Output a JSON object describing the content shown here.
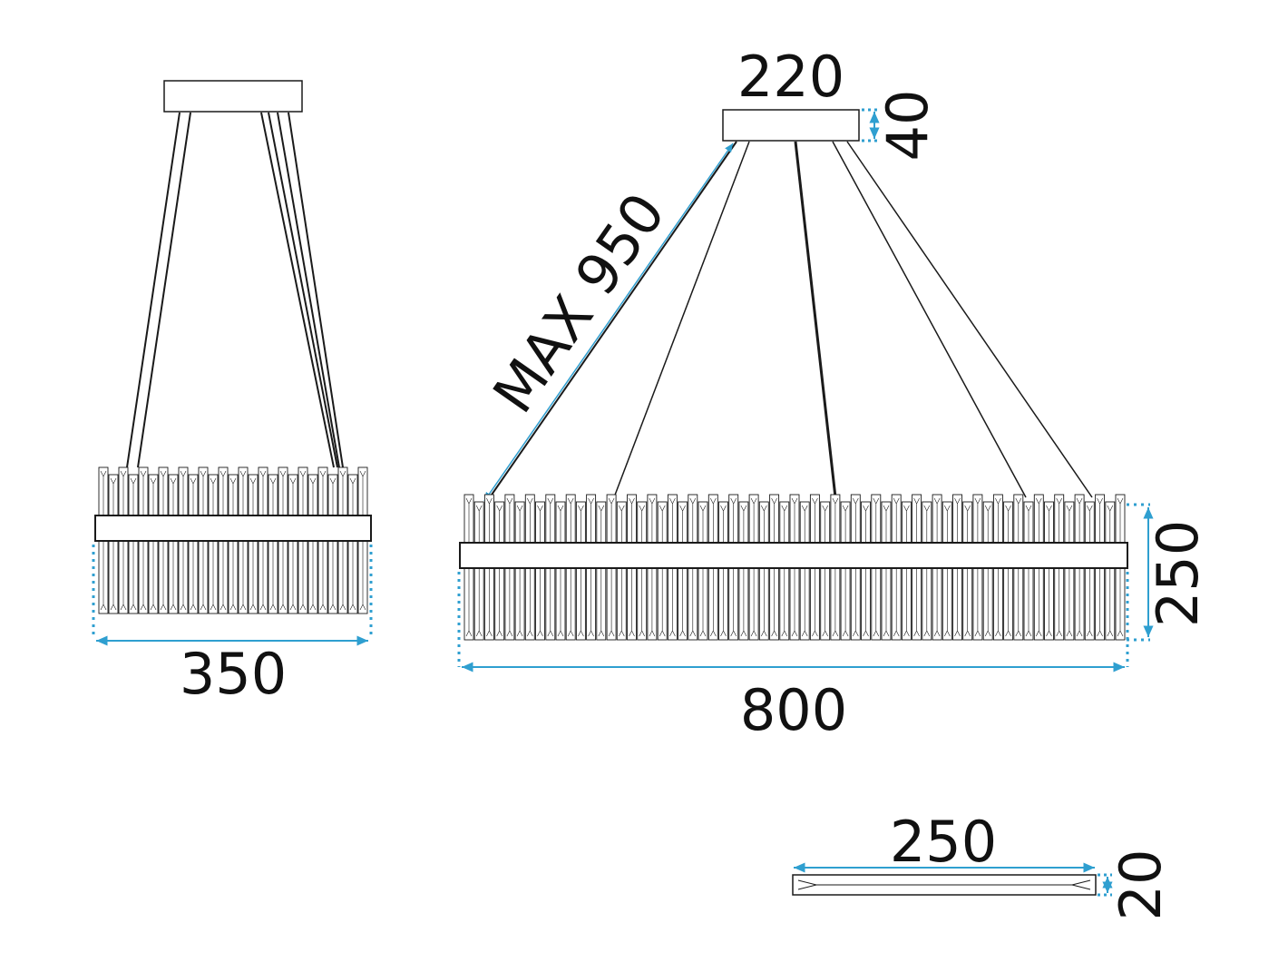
{
  "colors": {
    "dimension_line": "#2f9fd0",
    "outline": "#1a1a1a",
    "canopy_fill": "#ffffff"
  },
  "side_view": {
    "width_label": "350"
  },
  "front_view": {
    "canopy_width_label": "220",
    "canopy_height_label": "40",
    "cable_length_label": "MAX 950",
    "height_label": "250",
    "width_label": "800"
  },
  "crystal_detail": {
    "length_label": "250",
    "thickness_label": "20"
  }
}
